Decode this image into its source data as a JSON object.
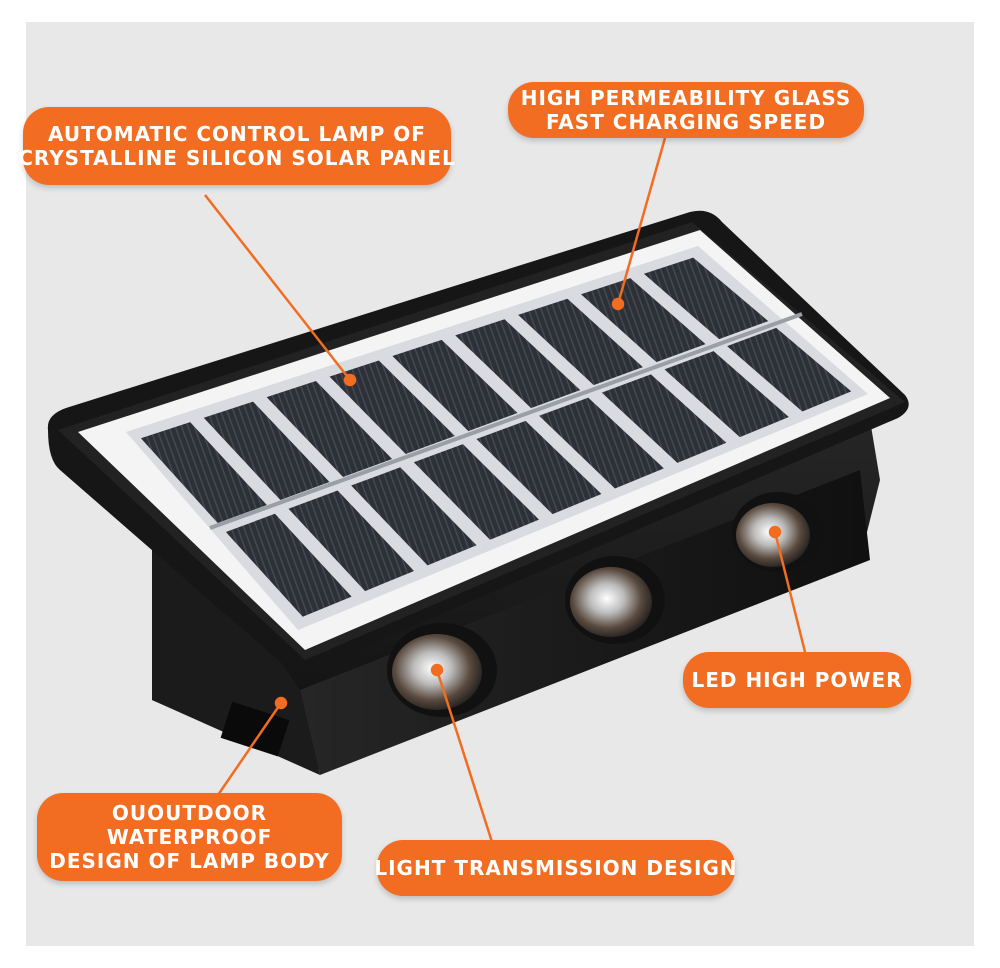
{
  "callouts": {
    "solar_panel": {
      "line1": "AUTOMATIC CONTROL LAMP OF",
      "line2": "CRYSTALLINE SILICON SOLAR PANEL"
    },
    "glass": {
      "line1": "HIGH PERMEABILITY GLASS",
      "line2": "FAST CHARGING SPEED"
    },
    "led": {
      "line1": "LED HIGH POWER"
    },
    "body": {
      "line1": "OUOUTDOOR",
      "line2": "WATERPROOF",
      "line3": "DESIGN OF LAMP BODY"
    },
    "transmission": {
      "line1": "LIGHT TRANSMISSION DESIGN"
    }
  },
  "colors": {
    "accent": "#f26c21",
    "background": "#e8e8e8",
    "housing": "#1e1e1e",
    "panel_frame": "#f2f2f2",
    "cells": "#2e3138"
  }
}
